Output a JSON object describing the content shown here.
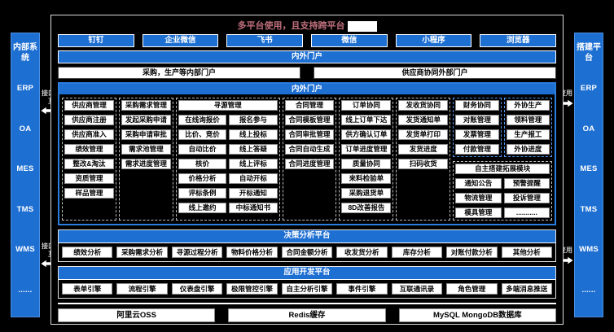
{
  "colors": {
    "accent": "#1e6fd2",
    "border_blue": "#2b7de0",
    "title_pink": "#c0707d"
  },
  "title": {
    "text": "多平台使用，且支持跨平台"
  },
  "sidebars": {
    "left": {
      "title": "内部系统",
      "items": [
        "ERP",
        "OA",
        "MES",
        "TMS",
        "WMS",
        "......"
      ]
    },
    "right": {
      "title": "搭建平台",
      "items": [
        "ERP",
        "OA",
        "MES",
        "TMS",
        "WMS",
        "......"
      ]
    }
  },
  "connectors": {
    "left_label": "接口交互",
    "right_label": "随变用"
  },
  "top": {
    "channels": [
      "钉钉",
      "企业微信",
      "飞书",
      "微信",
      "小程序",
      "浏览器"
    ],
    "portal_bar": "内外门户",
    "portals": [
      "采购，生产等内部门户",
      "供应商协同外部门户"
    ]
  },
  "modules": {
    "header": "内外门户",
    "groups": [
      {
        "header": "供应商管理",
        "items": [
          "供应商注册",
          "供应商准入",
          "绩效管理",
          "整改&淘汰",
          "资质管理",
          "样品管理"
        ]
      },
      {
        "header": "采购需求管理",
        "items": [
          "发起采购申请",
          "采购申请审批",
          "需求池管理",
          "需求进度管理"
        ]
      },
      {
        "header": "寻源管理",
        "left_items": [
          "在线询报价",
          "比价、竞价",
          "自动比价",
          "核价",
          "价格分析",
          "评标条例",
          "线上邀约"
        ],
        "right_items": [
          "报名参与",
          "线上投标",
          "线上答疑",
          "线上评标",
          "自动开标",
          "开标通知",
          "中标通知书"
        ]
      },
      {
        "header": "合同管理",
        "items": [
          "合同模板管理",
          "合同审批管理",
          "合同自动生成",
          "合同进度管理"
        ]
      },
      {
        "header": "订单协同",
        "items": [
          "线上订单下达",
          "供方确认订单",
          "订单进度管理",
          "质量协同",
          "来料检验单",
          "采购退货单",
          "8D改善报告"
        ]
      },
      {
        "header": "发收货协同",
        "items": [
          "发货通知单",
          "发货单打印",
          "发货进度",
          "扫码收货"
        ]
      },
      {
        "header": "财务协同",
        "items": [
          "对账管理",
          "发票管理",
          "付款管理"
        ]
      },
      {
        "header": "外协生产",
        "items": [
          "领料管理",
          "生产报工",
          "外协进度"
        ]
      },
      {
        "header": "自主搭建拓展模块",
        "left_items": [
          "通知公告",
          "物流管理",
          "模具管理"
        ],
        "right_items": [
          "预警提醒",
          "投诉管理",
          "..........."
        ]
      }
    ]
  },
  "analysis": {
    "header": "决策分析平台",
    "items": [
      "绩效分析",
      "采购需求分析",
      "寻源过程分析",
      "物料价格分析",
      "合同金额分析",
      "收发货分析",
      "库存分析",
      "对账付款分析",
      "其他分析"
    ]
  },
  "dev": {
    "header": "应用开发平台",
    "items": [
      "表单引擎",
      "流程引擎",
      "仪表盘引擎",
      "极限管控引擎",
      "自主分析引擎",
      "事件引擎",
      "互联通讯录",
      "角色管理",
      "多端消息推送"
    ]
  },
  "infra": {
    "items": [
      "阿里云OSS",
      "Redis缓存",
      "MySQL MongoDB数据库"
    ]
  }
}
